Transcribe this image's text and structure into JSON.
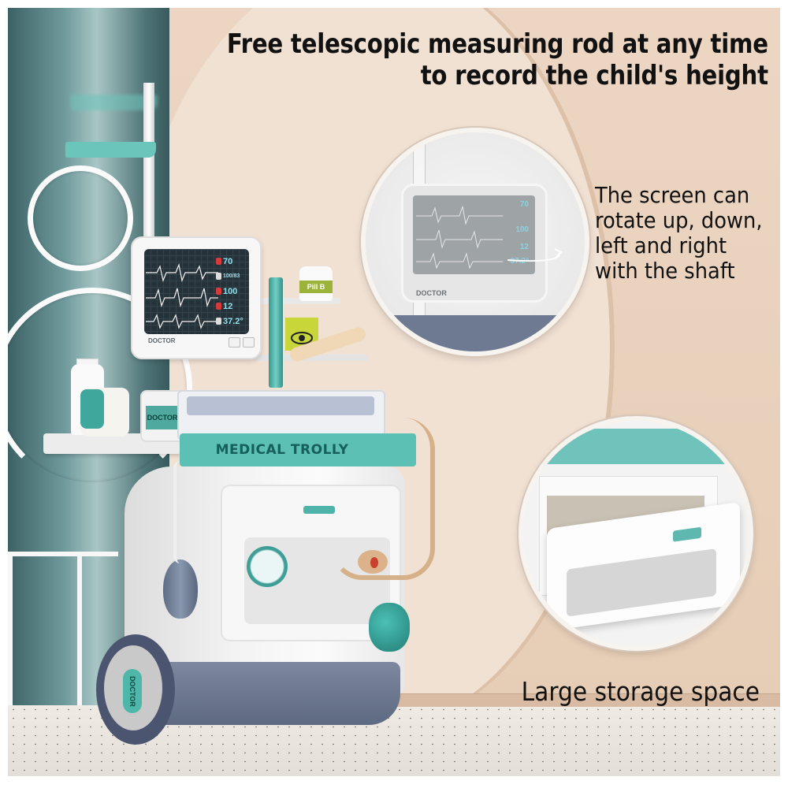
{
  "headlines": {
    "top_line1": "Free telescopic measuring rod at any time",
    "top_line2": "to record the child's height",
    "right_lines": [
      "The screen can",
      "rotate up, down,",
      "left and right",
      "with the shaft"
    ],
    "bottom": "Large storage space"
  },
  "product": {
    "band_label": "MEDICAL TROLLY",
    "monitor_label": "DOCTOR",
    "vitals": [
      "70",
      "100/83",
      "100",
      "12",
      "37.2°"
    ],
    "pill_label": "Pill B",
    "card_label": "DOCTOR",
    "wheel_label": "DOCTOR"
  },
  "callouts": {
    "top": {
      "monitor_label": "DOCTOR",
      "vitals": [
        "70",
        "100",
        "12",
        "37.2°"
      ]
    },
    "bottom": {
      "feature": "storage-drawer"
    }
  },
  "colors": {
    "teal": "#5cc0b5",
    "dark_teal_text": "#165f5a",
    "background": "#e9d3bf",
    "base_blue_grey": "#6b7790",
    "text": "#111111"
  }
}
